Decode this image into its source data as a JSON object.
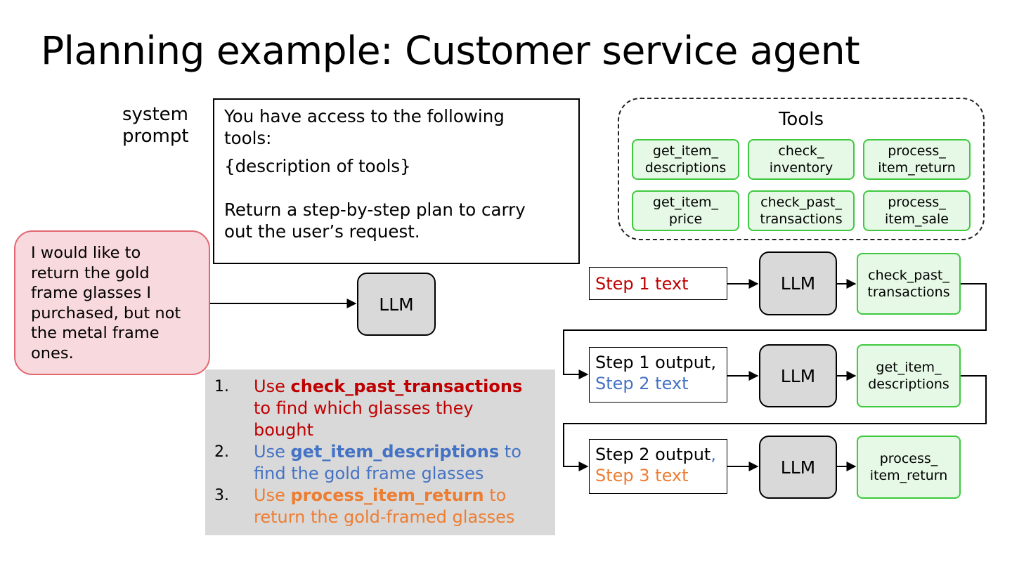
{
  "title": "Planning example: Customer service agent",
  "system_prompt_label": [
    "system",
    "prompt"
  ],
  "system_prompt": {
    "line1": "You have access to the following",
    "line2": "tools:",
    "line3": "{description of tools}",
    "line4": "Return a step-by-step plan to carry",
    "line5": "out the user’s request."
  },
  "user_message": "I would like to return the gold frame glasses I purchased, but not the metal frame ones.",
  "llm_label": "LLM",
  "tools": {
    "title": "Tools",
    "items": [
      "get_item_\ndescriptions",
      "check_\ninventory",
      "process_\nitem_return",
      "get_item_\nprice",
      "check_past_\ntransactions",
      "process_\nitem_sale"
    ]
  },
  "plan": [
    {
      "num": "1.",
      "pre": "Use ",
      "tool": "check_past_transactions",
      "post_inline": "",
      "rest1": "to find which glasses they",
      "rest2": "bought"
    },
    {
      "num": "2.",
      "pre": "Use ",
      "tool": "get_item_descriptions",
      "post_inline": " to",
      "rest1": "find the gold frame glasses"
    },
    {
      "num": "3.",
      "pre": "Use ",
      "tool": "process_item_return",
      "post_inline": " to",
      "rest1": "return the gold-framed glasses"
    }
  ],
  "steps": [
    {
      "line1": "Step 1 text",
      "line2": "",
      "result": "check_past_\ntransactions"
    },
    {
      "line1": "Step 1 output,",
      "line2": "Step 2 text",
      "result": "get_item_\ndescriptions"
    },
    {
      "line1": "Step 2 output",
      "line1_comma": ",",
      "line2": "Step 3 text",
      "result": "process_\nitem_return"
    }
  ],
  "colors": {
    "step1": "#c00000",
    "step2": "#4472c4",
    "step3": "#ed7d31",
    "tool_fill": "#e6f9e6",
    "tool_border": "#3ec93e",
    "user_fill": "#f8d9dd",
    "user_border": "#e06770",
    "llm_fill": "#d9d9d9"
  }
}
